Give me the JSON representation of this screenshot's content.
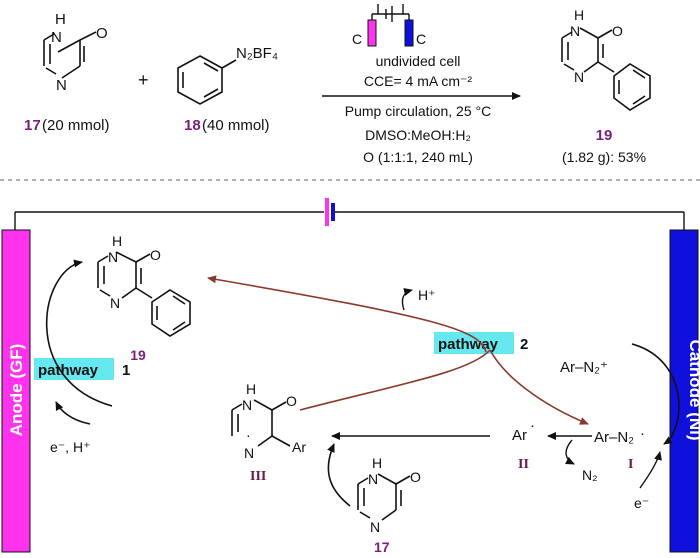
{
  "colors": {
    "anode": "#ff33ee",
    "cathode": "#1010dd",
    "highlight": "#66e8f0",
    "compound_label": "#7a1f7a",
    "pathway2_arrow": "#8a3a2a"
  },
  "top": {
    "cmpd17_label": "17",
    "cmpd17_amount": "(20 mmol)",
    "plus": "+",
    "cmpd18_label": "18",
    "cmpd18_amount": "(40 mmol)",
    "n2bf4": "N₂BF₄",
    "electrode_left": "C",
    "electrode_right": "C",
    "conditions": [
      "undivided cell",
      "CCE= 4 mA cm⁻²",
      "Pump circulation, 25 °C",
      "DMSO:MeOH:H₂",
      "O (1:1:1, 240 mL)"
    ],
    "product_label": "19",
    "product_yield": "(1.82 g): 53%"
  },
  "mechanism": {
    "anode_label": "Anode (GF)",
    "cathode_label": "Cathode (Ni)",
    "pathway1_word": "pathway",
    "pathway1_num": "1",
    "pathway2_word": "pathway",
    "pathway2_num": "2",
    "product_label": "19",
    "h_plus": "H⁺",
    "e_h": "e⁻, H⁺",
    "e_cathode": "e⁻",
    "diazonium": "Ar–N₂⁺",
    "diazenyl": "Ar–N₂",
    "aryl_radical": "Ar",
    "ar_substituent": "Ar",
    "n2": "N₂",
    "roman_I": "I",
    "roman_II": "II",
    "roman_III": "III",
    "cmpd17_label": "17"
  }
}
